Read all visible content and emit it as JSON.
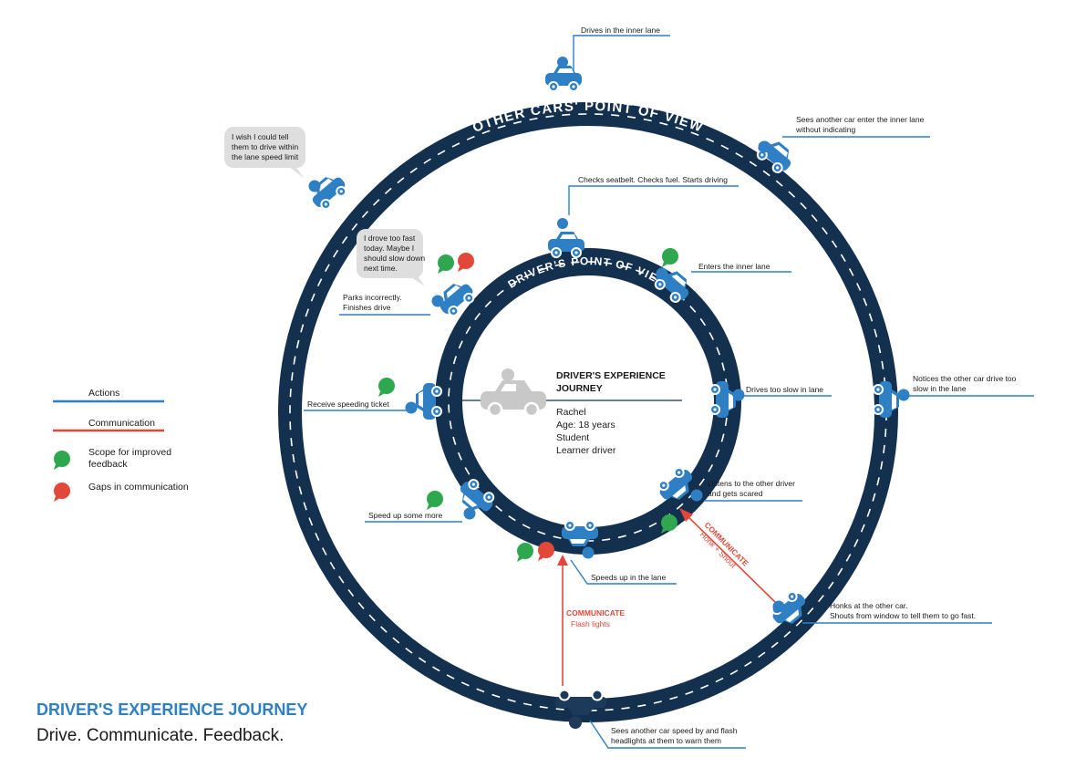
{
  "outer_ring_title": "OTHER CARS' POINT OF VIEW",
  "inner_ring_title": "DRIVER'S POINT OF VIEW",
  "center": {
    "title_line1": "DRIVER'S EXPERIENCE",
    "title_line2": "JOURNEY",
    "details": [
      "Rachel",
      "Age: 18 years",
      "Student",
      "Learner driver"
    ]
  },
  "driver_steps": [
    "Checks seatbelt. Checks fuel. Starts driving",
    "Enters the inner lane",
    "Drives too slow in lane",
    "Listens to the other driver and gets scared",
    "Speeds up in the lane",
    "Speed up some more",
    "Receive speeding ticket",
    "Parks incorrectly. Finishes drive"
  ],
  "driver_step_lines": {
    "listens": [
      "Listens to the other driver",
      "and gets scared"
    ],
    "parks": [
      "Parks incorrectly.",
      "Finishes drive"
    ]
  },
  "other_steps": {
    "inner_lane": "Drives in the inner lane",
    "sees_enter": [
      "Sees another car enter the inner lane",
      "without indicating"
    ],
    "notices_slow": [
      "Notices the other car drive too",
      "slow in the lane"
    ],
    "honks": [
      "Honks at the other car.",
      "Shouts from window to tell them to go fast."
    ],
    "sees_speed": [
      "Sees another car speed by and flash",
      "headlights at them to warn them"
    ]
  },
  "bubbles": {
    "other": [
      "I wish I could tell",
      "them to drive within",
      "the lane speed limit"
    ],
    "driver": [
      "I drove too fast",
      "today. Maybe I",
      "should slow down",
      "next time."
    ]
  },
  "communications": [
    {
      "title": "COMMUNICATE",
      "sub": "Flash lights"
    },
    {
      "title": "COMMUNICATE",
      "sub": "Honk + Shout"
    }
  ],
  "legend": {
    "actions": "Actions",
    "communication": "Communication",
    "scope": [
      "Scope for improved",
      "feedback"
    ],
    "gaps": "Gaps in communication"
  },
  "footer": {
    "title": "DRIVER'S EXPERIENCE JOURNEY",
    "subtitle": "Drive. Communicate. Feedback."
  },
  "colors": {
    "road": "#14304f",
    "car_blue": "#2f7fc4",
    "car_dark": "#1e3a5a",
    "car_grey": "#c8c8c8",
    "action_line": "#2f7fc4",
    "communication": "#e2483a",
    "scope_green": "#2fa74f",
    "gap_red": "#e2483a",
    "title_blue": "#2f7fc4",
    "bubble_bg": "#dedede"
  }
}
